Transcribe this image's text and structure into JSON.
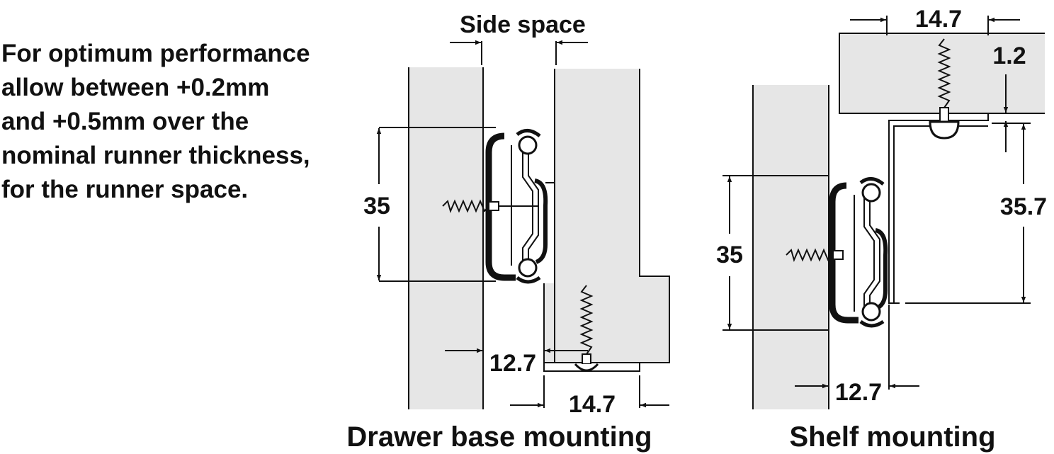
{
  "note": {
    "lines": [
      "For optimum performance",
      "allow between +0.2mm",
      "and +0.5mm over the",
      "nominal runner thickness,",
      "for the runner space."
    ]
  },
  "drawer_base": {
    "title": "Drawer base mounting",
    "side_space": "Side space",
    "dim_height": "35",
    "dim_side": "12.7",
    "dim_base": "14.7"
  },
  "shelf": {
    "title": "Shelf mounting",
    "dim_top": "14.7",
    "dim_gap": "1.2",
    "dim_height_right": "35.7",
    "dim_height": "35",
    "dim_side": "12.7"
  },
  "colors": {
    "panel": "#e6e6e6",
    "line": "#111111"
  }
}
